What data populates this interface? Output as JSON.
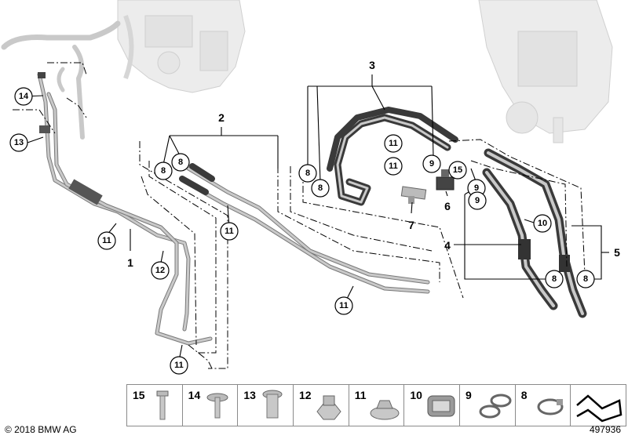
{
  "callouts": {
    "p1": "1",
    "p2": "2",
    "p3": "3",
    "p4": "4",
    "p5": "5",
    "p6": "6",
    "p7": "7",
    "n8": "8",
    "n9": "9",
    "n10": "10",
    "n11": "11",
    "n12": "12",
    "n13": "13",
    "n14": "14",
    "n15": "15"
  },
  "legend": [
    {
      "number": "15",
      "icon": "bolt-icon"
    },
    {
      "number": "14",
      "icon": "washer-screw-icon"
    },
    {
      "number": "13",
      "icon": "rivet-nut-icon"
    },
    {
      "number": "12",
      "icon": "hex-nut-icon"
    },
    {
      "number": "11",
      "icon": "flange-nut-icon"
    },
    {
      "number": "10",
      "icon": "hose-holder-icon"
    },
    {
      "number": "9",
      "icon": "double-clamp-icon"
    },
    {
      "number": "8",
      "icon": "hose-clamp-icon"
    },
    {
      "number": "",
      "icon": "gasket-shape-icon"
    }
  ],
  "footer": {
    "copyright": "© 2018 BMW AG",
    "document_number": "497936"
  }
}
